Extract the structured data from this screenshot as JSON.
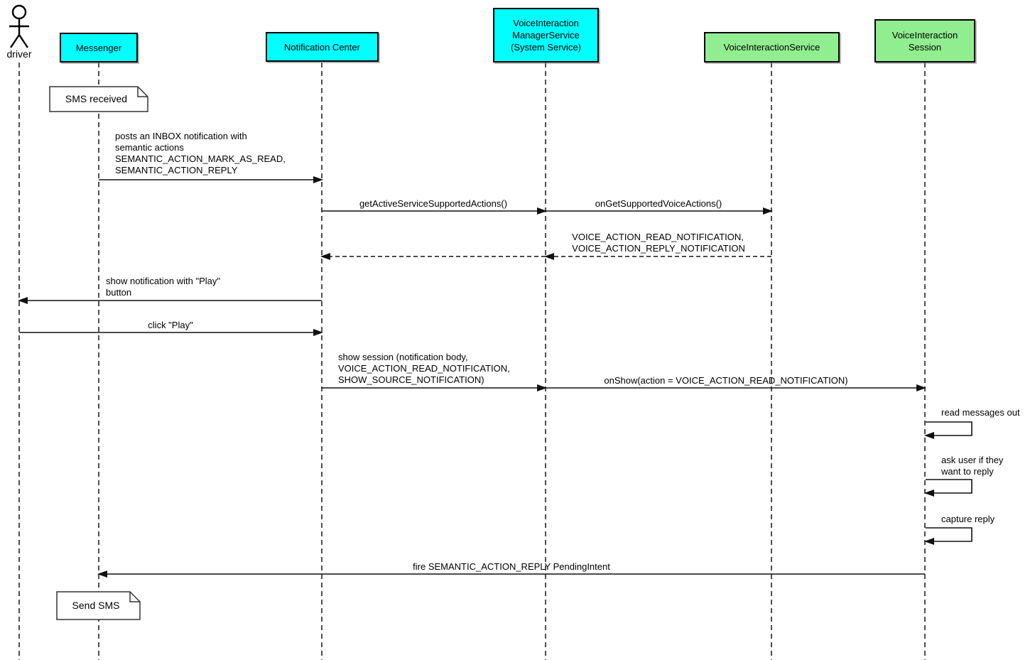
{
  "actor": {
    "label": "driver"
  },
  "participants": {
    "messenger": {
      "label": "Messenger",
      "color": "#00ffff"
    },
    "notification_center": {
      "label": "Notification Center",
      "color": "#00ffff"
    },
    "voice_interaction_manager_service": {
      "label": "VoiceInteraction\nManagerService\n(System Service)",
      "color": "#00ffff"
    },
    "voice_interaction_service": {
      "label": "VoiceInteractionService",
      "color": "#90ee90"
    },
    "voice_interaction_session": {
      "label": "VoiceInteraction\nSession",
      "color": "#90ee90"
    }
  },
  "notes": {
    "sms_received": "SMS received",
    "send_sms": "Send SMS"
  },
  "messages": {
    "post_inbox": "posts an INBOX notification with\nsemantic actions\nSEMANTIC_ACTION_MARK_AS_READ,\nSEMANTIC_ACTION_REPLY",
    "get_active_actions": "getActiveServiceSupportedActions()",
    "on_get_supported": "onGetSupportedVoiceActions()",
    "voice_actions_return": "VOICE_ACTION_READ_NOTIFICATION,\nVOICE_ACTION_REPLY_NOTIFICATION",
    "show_notification": "show notification with \"Play\"\nbutton",
    "click_play": "click \"Play\"",
    "show_session": "show session (notification body,\nVOICE_ACTION_READ_NOTIFICATION,\nSHOW_SOURCE_NOTIFICATION)",
    "on_show": "onShow(action = VOICE_ACTION_READ_NOTIFICATION)",
    "read_messages_out": "read messages out",
    "ask_user_reply": "ask user if they\nwant to reply",
    "capture_reply": "capture reply",
    "fire_reply_intent": "fire SEMANTIC_ACTION_REPLY PendingIntent"
  },
  "colors": {
    "participant_cyan": "#00ffff",
    "participant_green": "#90ee90",
    "line": "#000000",
    "background": "#ffffff"
  }
}
